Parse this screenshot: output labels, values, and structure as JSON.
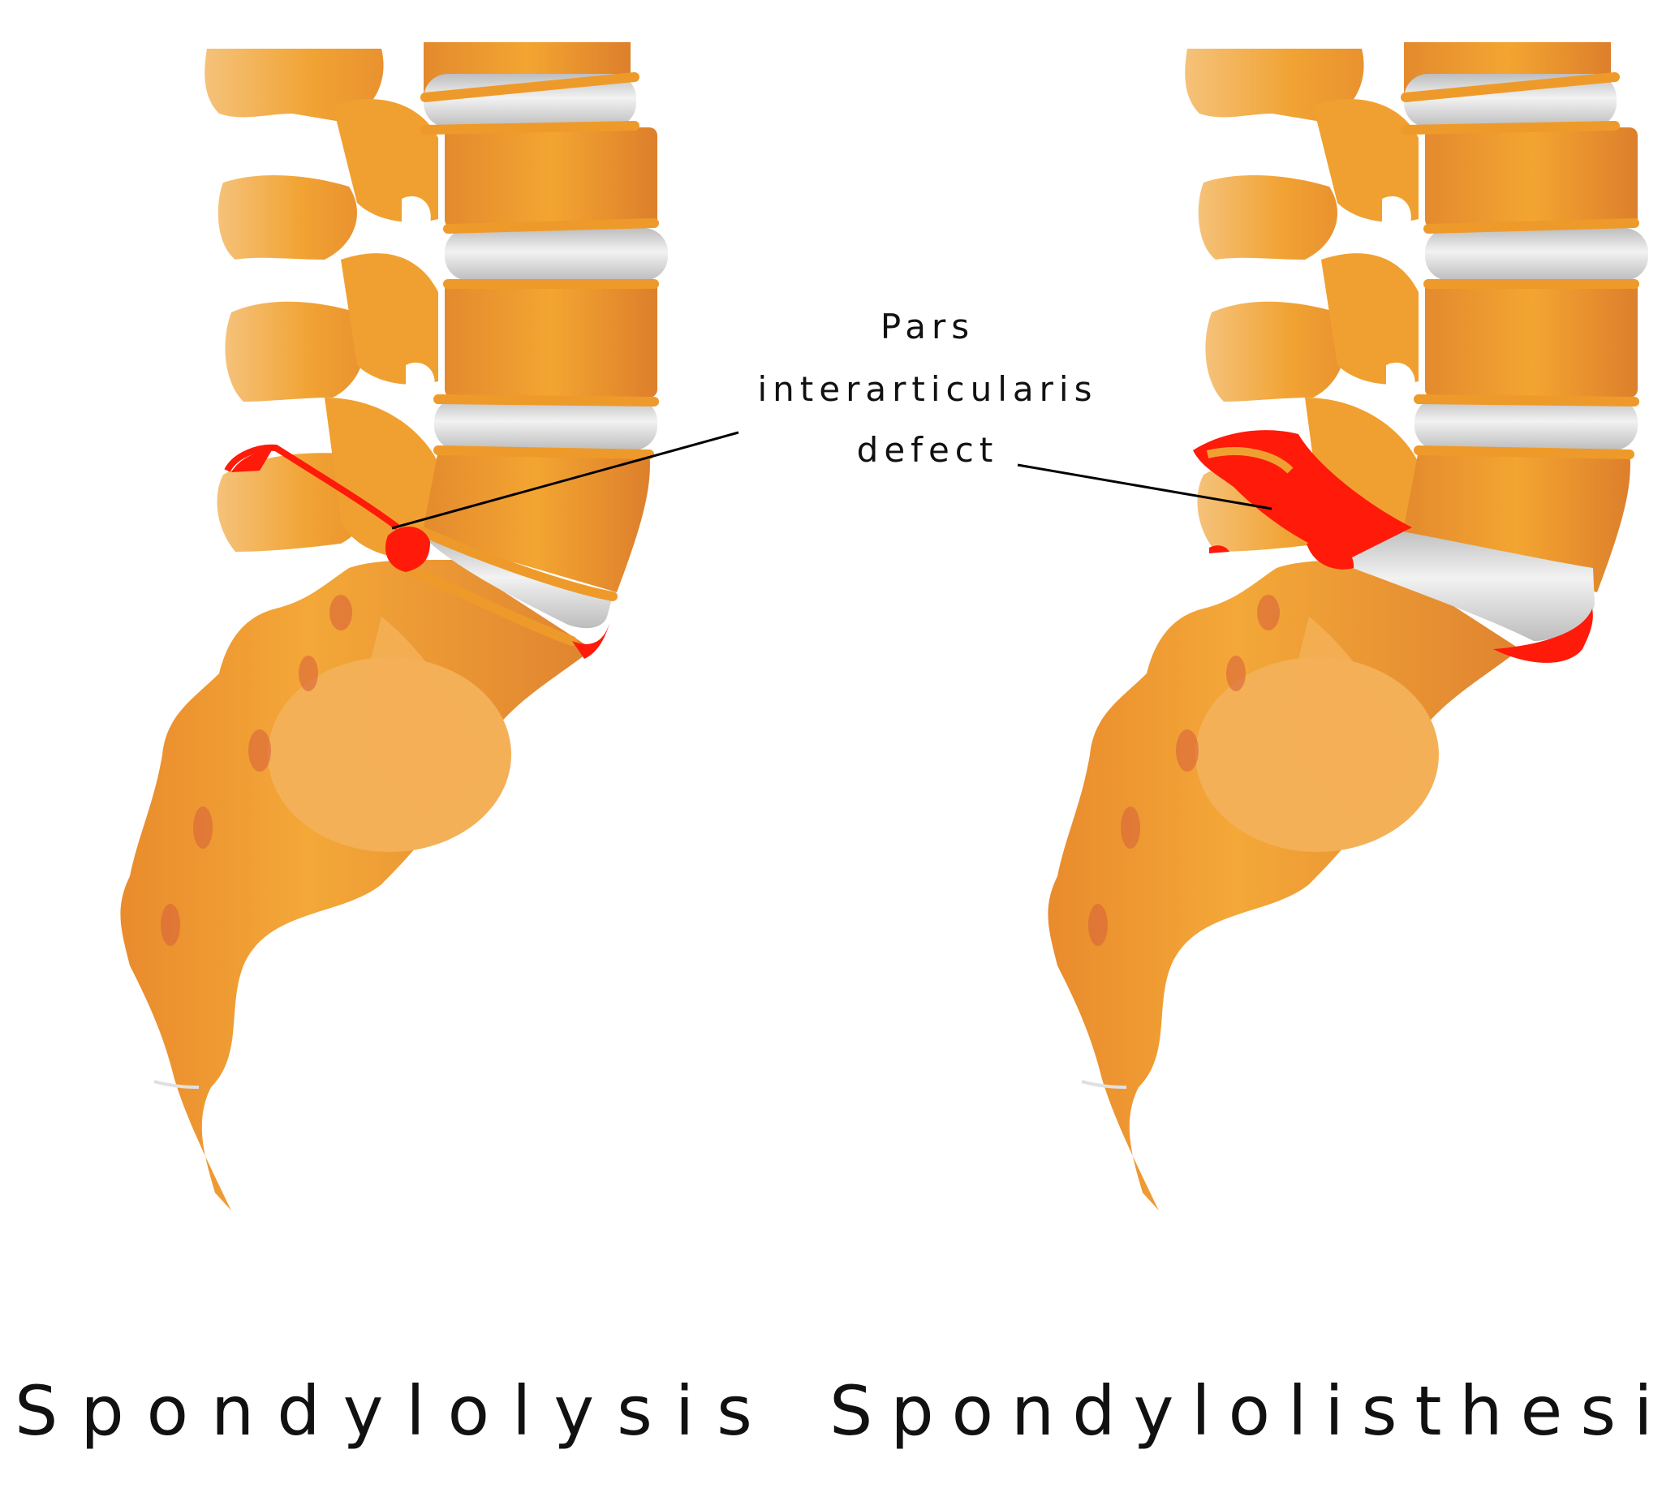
{
  "annotation": {
    "lines": [
      "Pars",
      "interarticularis",
      "defect"
    ]
  },
  "panels": [
    {
      "title": "Spondylolysis"
    },
    {
      "title": "Spondylolisthesis"
    }
  ],
  "colors": {
    "bone": "#F0A030",
    "bone_dark": "#DC7E2C",
    "bone_light": "#F5B560",
    "disc": "#D4D4D4",
    "defect": "#FF1A0A",
    "leader_line": "#000000"
  }
}
